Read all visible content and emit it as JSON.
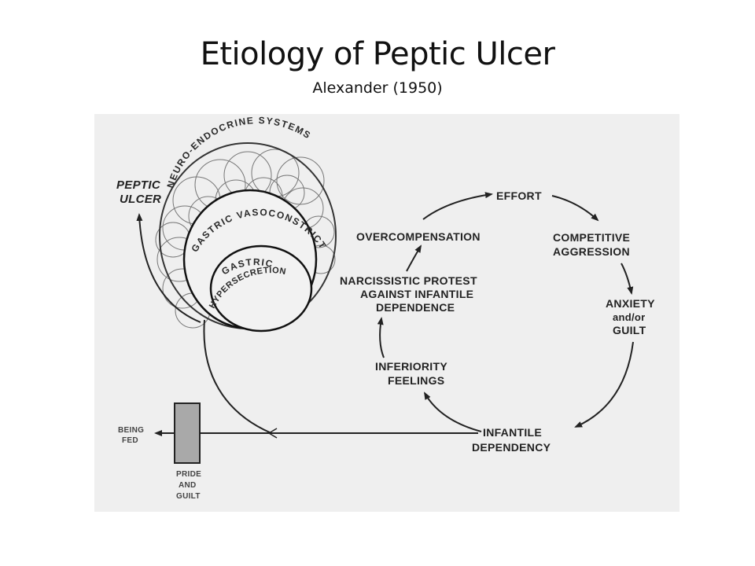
{
  "slide": {
    "title": "Etiology of Peptic Ulcer",
    "subtitle": "Alexander (1950)"
  },
  "diagram": {
    "nested_circles": {
      "outer": "NEURO-ENDOCRINE SYSTEMS",
      "middle": "GASTRIC VASOCONSTRICTION",
      "inner_line1": "GASTRIC",
      "inner_line2": "HYPERSECRETION"
    },
    "outcome": {
      "line1": "PEPTIC",
      "line2": "ULCER"
    },
    "cycle": {
      "effort": "EFFORT",
      "competitive": [
        "COMPETITIVE",
        "AGGRESSION"
      ],
      "anxiety": [
        "ANXIETY",
        "and/or",
        "GUILT"
      ],
      "infantile": [
        "INFANTILE",
        "DEPENDENCY"
      ],
      "inferiority": [
        "INFERIORITY",
        "FEELINGS"
      ],
      "narcissistic": [
        "NARCISSISTIC PROTEST",
        "AGAINST INFANTILE",
        "DEPENDENCE"
      ],
      "overcompensation": "OVERCOMPENSATION"
    },
    "barrier": {
      "label": [
        "PRIDE",
        "AND",
        "GUILT"
      ],
      "color": "#a9a9a9"
    },
    "blocked": [
      "BEING",
      "FED"
    ]
  }
}
